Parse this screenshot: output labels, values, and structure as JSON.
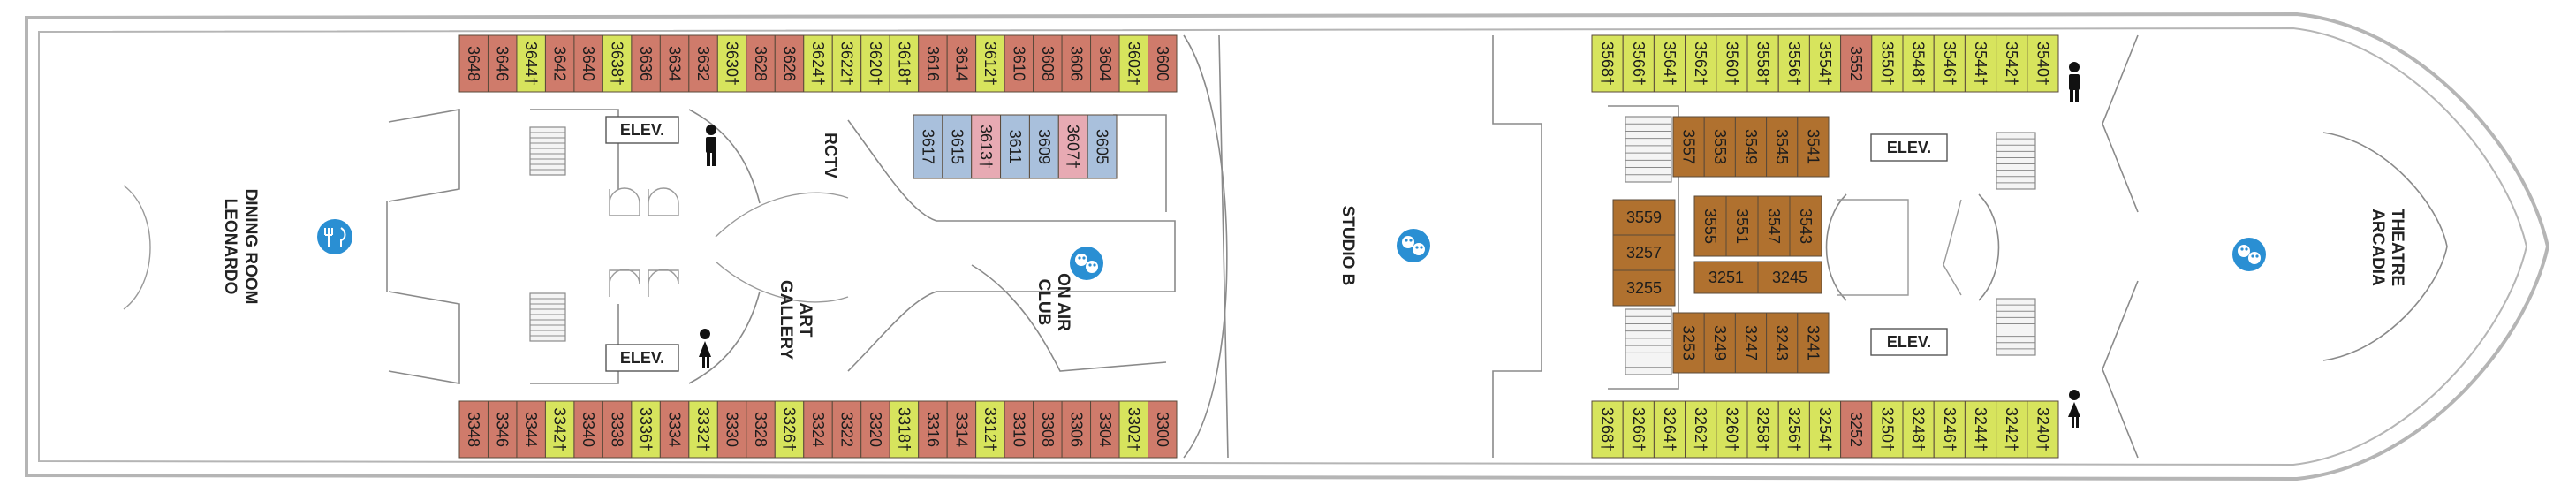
{
  "colors": {
    "salmon": "#cf7b6b",
    "lime": "#d7e45d",
    "blue": "#a9c0dc",
    "pink": "#e7aab3",
    "brown": "#b0712f",
    "cabin_text": "#1c1c1c",
    "line": "#8a8a8a",
    "wall": "#b5b5b5",
    "icon": "#2a8fd3"
  },
  "labels": {
    "dining_line1": "LEONARDO",
    "dining_line2": "DINING ROOM",
    "studio": "STUDIO B",
    "theatre_line1": "ARCADIA",
    "theatre_line2": "THEATRE",
    "rctv": "RCTV",
    "art_line1": "ART",
    "art_line2": "GALLERY",
    "onair_line1": "ON AIR",
    "onair_line2": "CLUB",
    "elev": "ELEV."
  },
  "icons": [
    "dining-icon",
    "theatre-icon",
    "studio-theatre-icon",
    "on-air-theatre-icon",
    "men-restroom-icon",
    "women-restroom-icon"
  ],
  "cabins": {
    "top_fwd": [
      {
        "n": "3648",
        "c": "salmon"
      },
      {
        "n": "3646",
        "c": "salmon"
      },
      {
        "n": "3644†",
        "c": "lime"
      },
      {
        "n": "3642",
        "c": "salmon"
      },
      {
        "n": "3640",
        "c": "salmon"
      },
      {
        "n": "3638†",
        "c": "lime"
      },
      {
        "n": "3636",
        "c": "salmon"
      },
      {
        "n": "3634",
        "c": "salmon"
      },
      {
        "n": "3632",
        "c": "salmon"
      },
      {
        "n": "3630†",
        "c": "lime"
      },
      {
        "n": "3628",
        "c": "salmon"
      },
      {
        "n": "3626",
        "c": "salmon"
      },
      {
        "n": "3624†",
        "c": "lime"
      },
      {
        "n": "3622†",
        "c": "lime"
      },
      {
        "n": "3620†",
        "c": "lime"
      },
      {
        "n": "3618†",
        "c": "lime"
      },
      {
        "n": "3616",
        "c": "salmon"
      },
      {
        "n": "3614",
        "c": "salmon"
      },
      {
        "n": "3612†",
        "c": "lime"
      },
      {
        "n": "3610",
        "c": "salmon"
      },
      {
        "n": "3608",
        "c": "salmon"
      },
      {
        "n": "3606",
        "c": "salmon"
      },
      {
        "n": "3604",
        "c": "salmon"
      },
      {
        "n": "3602†",
        "c": "lime"
      },
      {
        "n": "3600",
        "c": "salmon"
      }
    ],
    "bottom_fwd": [
      {
        "n": "3348",
        "c": "salmon"
      },
      {
        "n": "3346",
        "c": "salmon"
      },
      {
        "n": "3344",
        "c": "salmon"
      },
      {
        "n": "3342†",
        "c": "lime"
      },
      {
        "n": "3340",
        "c": "salmon"
      },
      {
        "n": "3338",
        "c": "salmon"
      },
      {
        "n": "3336†",
        "c": "lime"
      },
      {
        "n": "3334",
        "c": "salmon"
      },
      {
        "n": "3332†",
        "c": "lime"
      },
      {
        "n": "3330",
        "c": "salmon"
      },
      {
        "n": "3328",
        "c": "salmon"
      },
      {
        "n": "3326†",
        "c": "lime"
      },
      {
        "n": "3324",
        "c": "salmon"
      },
      {
        "n": "3322",
        "c": "salmon"
      },
      {
        "n": "3320",
        "c": "salmon"
      },
      {
        "n": "3318†",
        "c": "lime"
      },
      {
        "n": "3316",
        "c": "salmon"
      },
      {
        "n": "3314",
        "c": "salmon"
      },
      {
        "n": "3312†",
        "c": "lime"
      },
      {
        "n": "3310",
        "c": "salmon"
      },
      {
        "n": "3308",
        "c": "salmon"
      },
      {
        "n": "3306",
        "c": "salmon"
      },
      {
        "n": "3304",
        "c": "salmon"
      },
      {
        "n": "3302†",
        "c": "lime"
      },
      {
        "n": "3300",
        "c": "salmon"
      }
    ],
    "inner_fwd": [
      {
        "n": "3617",
        "c": "blue"
      },
      {
        "n": "3615",
        "c": "blue"
      },
      {
        "n": "3613†",
        "c": "pink"
      },
      {
        "n": "3611",
        "c": "blue"
      },
      {
        "n": "3609",
        "c": "blue"
      },
      {
        "n": "3607†",
        "c": "pink"
      },
      {
        "n": "3605",
        "c": "blue"
      }
    ],
    "top_aft": [
      {
        "n": "3568†",
        "c": "lime"
      },
      {
        "n": "3566†",
        "c": "lime"
      },
      {
        "n": "3564†",
        "c": "lime"
      },
      {
        "n": "3562†",
        "c": "lime"
      },
      {
        "n": "3560†",
        "c": "lime"
      },
      {
        "n": "3558†",
        "c": "lime"
      },
      {
        "n": "3556†",
        "c": "lime"
      },
      {
        "n": "3554†",
        "c": "lime"
      },
      {
        "n": "3552",
        "c": "salmon"
      },
      {
        "n": "3550†",
        "c": "lime"
      },
      {
        "n": "3548†",
        "c": "lime"
      },
      {
        "n": "3546†",
        "c": "lime"
      },
      {
        "n": "3544†",
        "c": "lime"
      },
      {
        "n": "3542†",
        "c": "lime"
      },
      {
        "n": "3540†",
        "c": "lime"
      }
    ],
    "bottom_aft": [
      {
        "n": "3268†",
        "c": "lime"
      },
      {
        "n": "3266†",
        "c": "lime"
      },
      {
        "n": "3264†",
        "c": "lime"
      },
      {
        "n": "3262†",
        "c": "lime"
      },
      {
        "n": "3260†",
        "c": "lime"
      },
      {
        "n": "3258†",
        "c": "lime"
      },
      {
        "n": "3256†",
        "c": "lime"
      },
      {
        "n": "3254†",
        "c": "lime"
      },
      {
        "n": "3252",
        "c": "salmon"
      },
      {
        "n": "3250†",
        "c": "lime"
      },
      {
        "n": "3248†",
        "c": "lime"
      },
      {
        "n": "3246†",
        "c": "lime"
      },
      {
        "n": "3244†",
        "c": "lime"
      },
      {
        "n": "3242†",
        "c": "lime"
      },
      {
        "n": "3240†",
        "c": "lime"
      }
    ],
    "inner_top_aft": [
      "3557",
      "3553",
      "3549",
      "3545",
      "3541"
    ],
    "inner_mid_aft": [
      "3555",
      "3551",
      "3547",
      "3543"
    ],
    "inner_bot_aft": [
      "3253",
      "3249",
      "3247",
      "3243",
      "3241"
    ],
    "inner_left_aft": [
      "3559",
      "3257",
      "3255"
    ],
    "inner_small_aft": [
      "3251",
      "3245"
    ]
  }
}
